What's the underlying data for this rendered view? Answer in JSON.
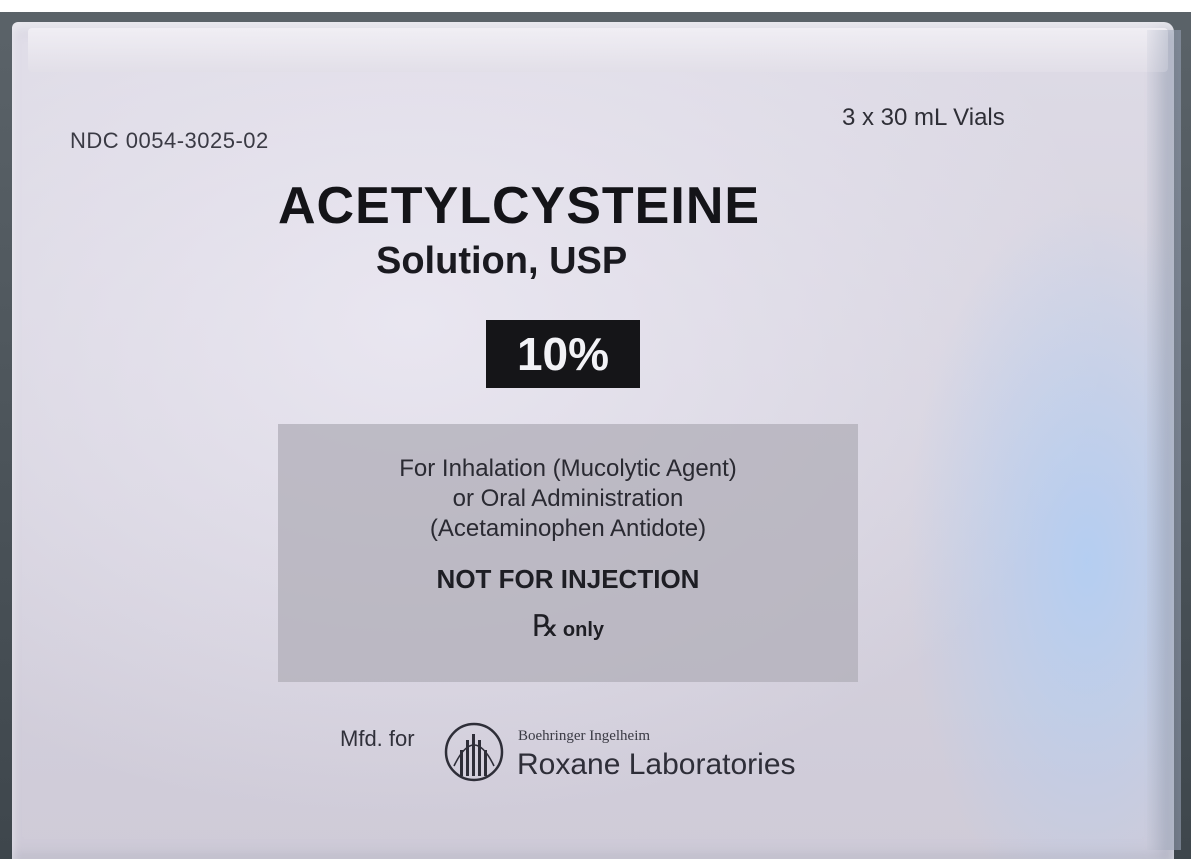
{
  "label": {
    "ndc": "NDC 0054-3025-02",
    "package_count": "3 x 30 mL Vials",
    "drug_name": "ACETYLCYSTEINE",
    "drug_form": "Solution, USP",
    "strength": "10%",
    "usage": {
      "line1": "For Inhalation (Mucolytic Agent)",
      "line2": "or Oral Administration",
      "line3": "(Acetaminophen Antidote)"
    },
    "warning": "NOT FOR INJECTION",
    "rx_symbol": "℞",
    "rx_only": "only",
    "manufactured_for": "Mfd. for",
    "parent_company": "Boehringer Ingelheim",
    "company": "Roxane Laboratories"
  },
  "icons": {
    "logo": "roxane-columns-logo-icon"
  },
  "colors": {
    "label_background": "#d8d5e0",
    "info_panel": "#b2b0ba",
    "strength_badge": "#151518",
    "text_dark": "#141418"
  }
}
